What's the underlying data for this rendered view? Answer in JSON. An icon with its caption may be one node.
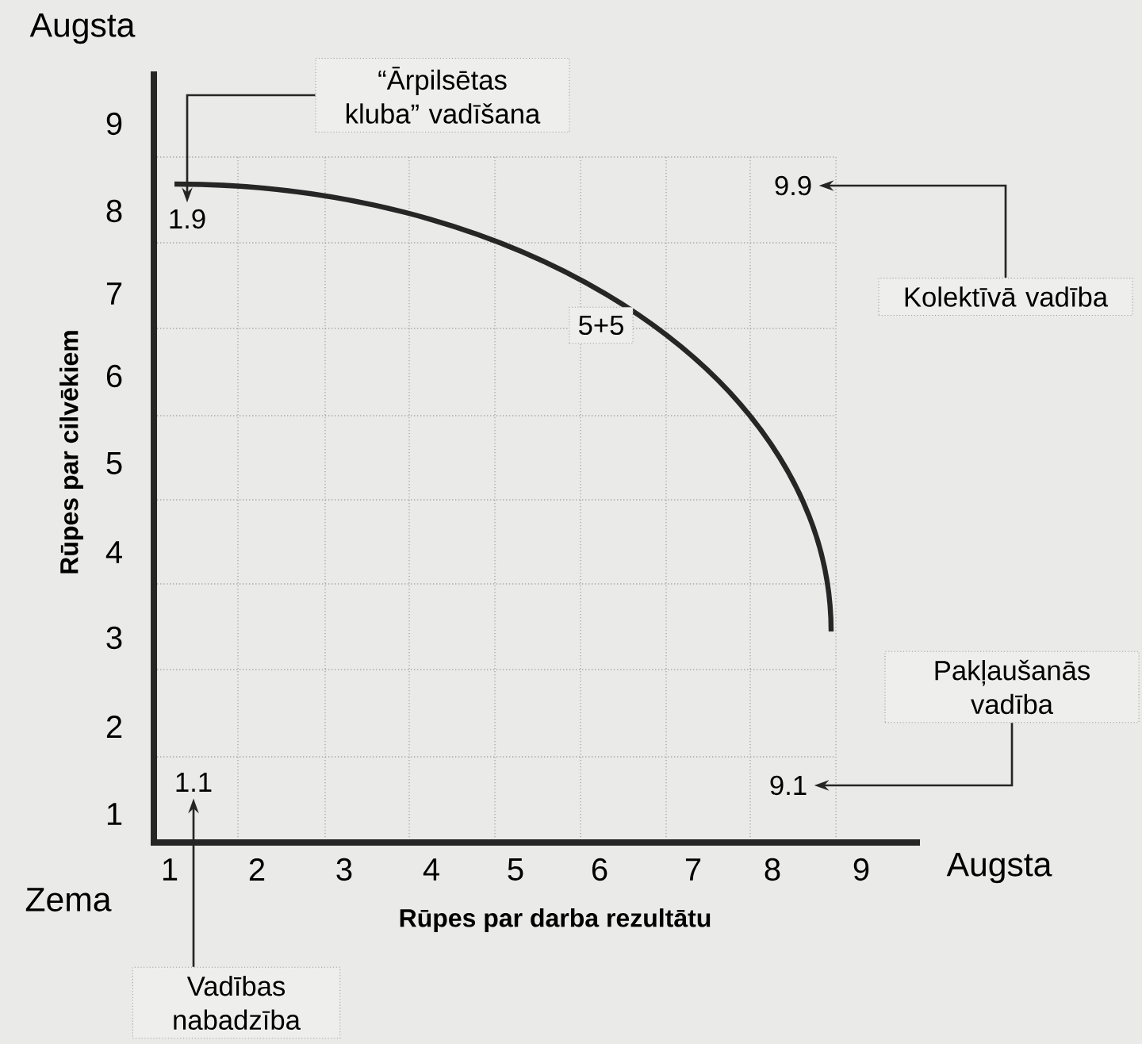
{
  "diagram": {
    "nodes": [
      {
        "text": [
          "“Ārpilsētas kluba” vadīšana"
        ]
      },
      {
        "text": [
          "Kolektīvā vadība"
        ]
      },
      {
        "text": [
          "Pakļaušanās vadība"
        ]
      },
      {
        "text": [
          "Vadības nabadzība"
        ]
      },
      {
        "text": [
          "5+5"
        ]
      },
      {
        "text": [
          "1.9"
        ]
      },
      {
        "text": [
          "9.9"
        ]
      },
      {
        "text": [
          "9.1"
        ]
      },
      {
        "text": [
          "1.1"
        ]
      }
    ],
    "edges": [
      {
        "from": 0,
        "to": 5,
        "arrow": "to"
      },
      {
        "from": 1,
        "to": 6,
        "arrow": "to"
      },
      {
        "from": 2,
        "to": 7,
        "arrow": "to"
      },
      {
        "from": 3,
        "to": 8,
        "arrow": "to"
      }
    ],
    "labels": [
      "Augsta",
      "9",
      "8",
      "7",
      "6",
      "5",
      "4",
      "3",
      "2",
      "1",
      "Rūpes par cilvēkiem",
      "Zema",
      "1",
      "2",
      "3",
      "4",
      "5",
      "6",
      "7",
      "8",
      "9",
      "Augsta",
      "Rūpes par darba rezultātu"
    ]
  }
}
